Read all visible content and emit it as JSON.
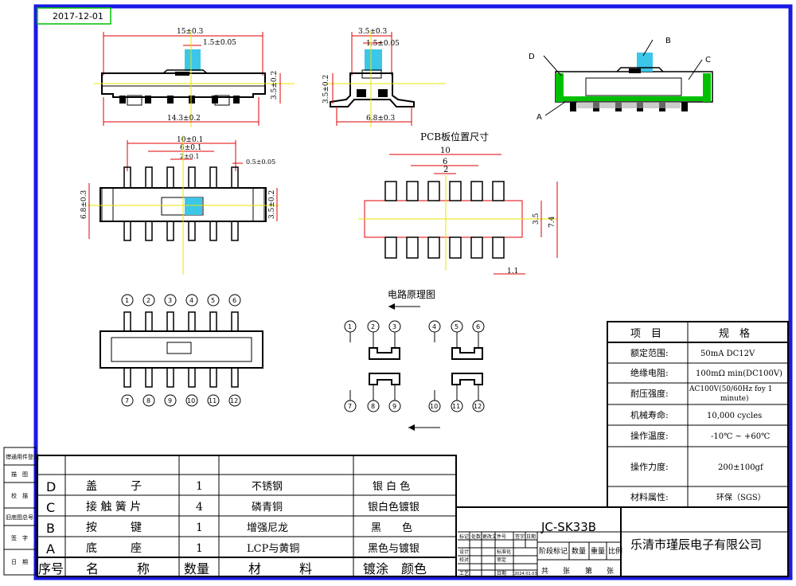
{
  "date": "2017-12-01",
  "model": "JC-SK33B",
  "company": "乐清市瑾辰电子有限公司",
  "colors": {
    "border": "#1a1ae6",
    "accent": "#3cc6e8",
    "green_box": "#00c000",
    "yellow_line": "#e6e600",
    "red_dim": "#e00000",
    "green_part": "#00c000"
  },
  "dims": {
    "front_width": "15±0.3",
    "front_knob": "1.5±0.05",
    "front_height": "3.5±0.2",
    "front_body": "14.3±0.2",
    "side_width": "3.5±0.3",
    "side_knob": "1.5±0.05",
    "side_height": "3.5±0.2",
    "side_foot": "6.8±0.3",
    "top_10": "10±0.1",
    "top_6": "6±0.1",
    "top_2": "2±0.1",
    "top_pin": "0.5±0.05",
    "top_height": "6.8±0.3",
    "top_body": "3.5±0.2"
  },
  "pcb": {
    "title": "PCB板位置尺寸",
    "d10": "10",
    "d6": "6",
    "d2": "2",
    "h35": "3.5",
    "h74": "7.4",
    "w11": "1.1"
  },
  "circuit": {
    "title": "电路原理图"
  },
  "callouts": {
    "a": "A",
    "b": "B",
    "c": "C",
    "d": "D"
  },
  "pins_top": [
    "1",
    "2",
    "3",
    "4",
    "5",
    "6"
  ],
  "pins_bottom": [
    "7",
    "8",
    "9",
    "10",
    "11",
    "12"
  ],
  "spec": {
    "header": [
      "项　目",
      "规　格"
    ],
    "rows": [
      [
        "额定范围:",
        "50mA DC12V"
      ],
      [
        "绝缘电阻:",
        "100mΩ min(DC100V)"
      ],
      [
        "耐压强度:",
        "AC100V(50/60Hz foy 1 minute)"
      ],
      [
        "机械寿命:",
        "10,000 cycles"
      ],
      [
        "操作温度:",
        "-10℃ ~ +60℃"
      ],
      [
        "操作力度:",
        "200±100gf"
      ],
      [
        "材料属性:",
        "环保（SGS）"
      ]
    ]
  },
  "bom": {
    "rows": [
      [
        "D",
        "盖　　　子",
        "1",
        "不锈钢",
        "银 白 色"
      ],
      [
        "C",
        "接 触 簧 片",
        "4",
        "磷青铜",
        "银白色镀银"
      ],
      [
        "B",
        "按　　　键",
        "1",
        "增强尼龙",
        "黑　　色"
      ],
      [
        "A",
        "底　　　座",
        "1",
        "LCP与黄铜",
        "黑色与镀银"
      ]
    ],
    "header": [
      "序号",
      "名　　　称",
      "数量",
      "材　　　料",
      "镀涂　颜色"
    ]
  },
  "left_strip": [
    "借通用件登记",
    "描　图",
    "校　描",
    "旧底图总号",
    "签　字",
    "日　期"
  ],
  "title_block": {
    "small_labels": [
      "标记",
      "处数",
      "更改文件号",
      "签字",
      "日期"
    ],
    "design": "设计",
    "standard": "标准化",
    "check": "校对",
    "review": "审定",
    "craft": "工艺",
    "date_label": "日期",
    "date_val": "2024.01.03",
    "stage": "阶段标记",
    "qty": "数量",
    "weight": "重量",
    "scale": "比例",
    "total": "共　　张",
    "sheet": "第　　张"
  }
}
